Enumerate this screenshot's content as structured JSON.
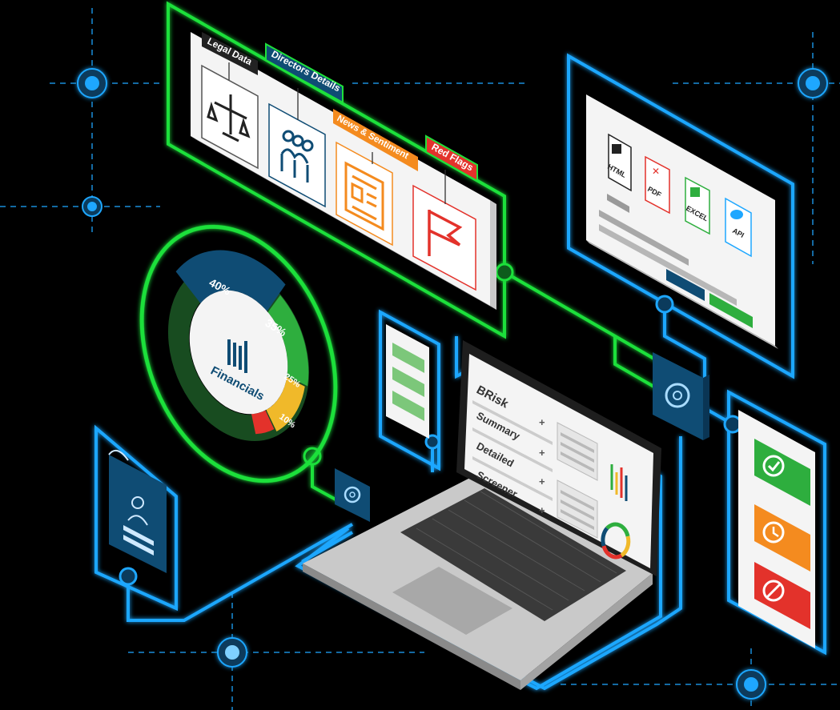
{
  "colors": {
    "background": "#000000",
    "neon_green": "#1fe03a",
    "neon_blue": "#1ea7ff",
    "dark_teal": "#0f4c74",
    "green": "#2eae3e",
    "yellow": "#f0b92a",
    "red": "#e3322b",
    "orange": "#f48b1f",
    "panel_white": "#f4f4f4"
  },
  "category_panel": {
    "tags": [
      {
        "label": "Legal Data",
        "color": "#222222",
        "icon": "scales-icon"
      },
      {
        "label": "Directors Details",
        "color": "#0f4c74",
        "icon": "people-icon"
      },
      {
        "label": "News & Sentiment",
        "color": "#f48b1f",
        "icon": "newspaper-icon"
      },
      {
        "label": "Red Flags",
        "color": "#e3322b",
        "icon": "flag-icon"
      }
    ]
  },
  "financials_donut": {
    "center_label": "Financials",
    "center_icon": "bar-chart-icon",
    "segments": [
      {
        "label": "40%",
        "value": 40,
        "color": "#0f4c74"
      },
      {
        "label": "35%",
        "value": 35,
        "color": "#2eae3e"
      },
      {
        "label": "25%",
        "value": 25,
        "color": "#f0b92a"
      },
      {
        "label": "10%",
        "value": 10,
        "color": "#e3322b"
      }
    ]
  },
  "export_panel": {
    "formats": [
      {
        "label": "HTML",
        "icon": "code-icon",
        "color": "#222222"
      },
      {
        "label": "PDF",
        "icon": "pdf-icon",
        "color": "#e3322b"
      },
      {
        "label": "EXCEL",
        "icon": "excel-icon",
        "color": "#2eae3e"
      },
      {
        "label": "API",
        "icon": "cloud-icon",
        "color": "#1ea7ff"
      }
    ]
  },
  "laptop": {
    "title": "BRisk",
    "menu": [
      {
        "label": "Summary"
      },
      {
        "label": "Detailed"
      },
      {
        "label": "Screener"
      }
    ]
  },
  "status_panel": {
    "items": [
      {
        "icon": "shield-check-icon",
        "color": "#2eae3e"
      },
      {
        "icon": "clock-icon",
        "color": "#f48b1f"
      },
      {
        "icon": "block-icon",
        "color": "#e3322b"
      }
    ]
  }
}
